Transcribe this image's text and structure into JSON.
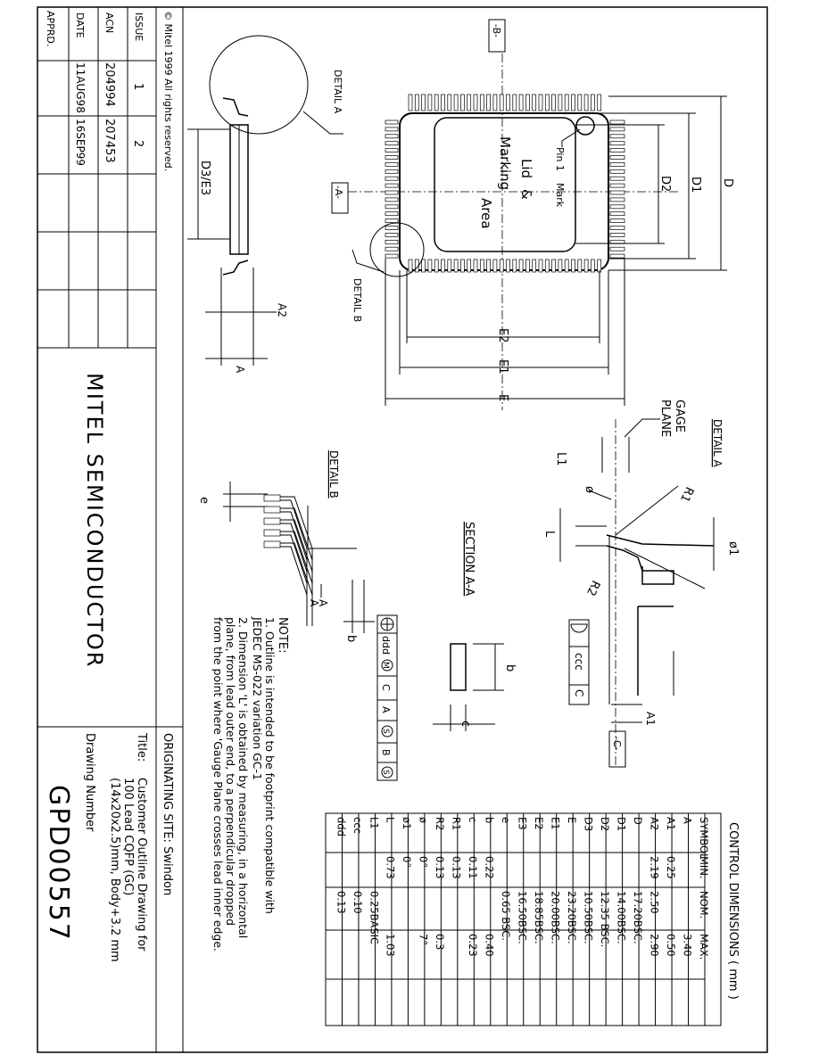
{
  "copyright": "© Mitel 1999  All rights reserved.",
  "revision_block": {
    "rows": [
      {
        "label": "ISSUE",
        "values": [
          "1",
          "2"
        ]
      },
      {
        "label": "ACN",
        "values": [
          "204994",
          "207453"
        ]
      },
      {
        "label": "DATE",
        "values": [
          "11AUG98",
          "16SEP99"
        ]
      },
      {
        "label": "APPRD.",
        "values": [
          "",
          ""
        ]
      }
    ]
  },
  "company": "MITEL SEMICONDUCTOR",
  "originating_site": "ORIGINATING SITE: Swindon",
  "title_label": "Title:",
  "title_lines": [
    "Customer Outline Drawing for",
    "100 Lead CQFP (GC)",
    "(14x20x2.5)mm, Body+3.2 mm"
  ],
  "drawing_number_label": "Drawing Number",
  "drawing_number": "GPD00557",
  "notes": {
    "heading": "NOTE:",
    "lines": [
      "1. Outline is intended to be footprint compatible with",
      "    JEDEC MS-022 variation GC-1",
      "2. Dimension 'L' is obtained by measuring, in a horizontal",
      "    plane, from lead outer end, to a perpendicular dropped",
      "    from the point where 'Gauge Plane crosses lead inner edge."
    ]
  },
  "dimension_table": {
    "title": "CONTROL DIMENSIONS ( mm )",
    "headers": [
      "SYMBOL",
      "MIN.",
      "NOM.",
      "MAX."
    ],
    "rows": [
      [
        "A",
        "",
        "",
        "3.40"
      ],
      [
        "A1",
        "0.25",
        "",
        "0.50"
      ],
      [
        "A2",
        "2.19",
        "2.50",
        "2.90"
      ],
      [
        "D",
        "",
        "17.20BSC.",
        ""
      ],
      [
        "D1",
        "",
        "14.00BSC.",
        ""
      ],
      [
        "D2",
        "",
        "12.35 BSC.",
        ""
      ],
      [
        "D3",
        "",
        "10.50BSC.",
        ""
      ],
      [
        "E",
        "",
        "23.20BSC.",
        ""
      ],
      [
        "E1",
        "",
        "20.00BSC.",
        ""
      ],
      [
        "E2",
        "",
        "18.85BSC.",
        ""
      ],
      [
        "E3",
        "",
        "16.50BSC.",
        ""
      ],
      [
        "e",
        "",
        "0.65 BSC.",
        ""
      ],
      [
        "b",
        "0.22",
        "",
        "0.40"
      ],
      [
        "c",
        "0.11",
        "",
        "0.23"
      ],
      [
        "R1",
        "0.13",
        "",
        ""
      ],
      [
        "R2",
        "0.13",
        "",
        "0.3"
      ],
      [
        "ø",
        "0°",
        "",
        "7°"
      ],
      [
        "ø1",
        "0°",
        "",
        ""
      ],
      [
        "L",
        "0.73",
        "",
        "1.03"
      ],
      [
        "L1",
        "",
        "0.25BASIC",
        ""
      ],
      [
        "ccc",
        "",
        "0.10",
        ""
      ],
      [
        "ddd",
        "",
        "0.13",
        ""
      ]
    ]
  },
  "package_view": {
    "lid_text": [
      "Lid",
      "&",
      "Marking",
      "Area"
    ],
    "pin1_text": [
      "Pin 1",
      "Mark"
    ],
    "datum_b": "-B-",
    "datum_a": "-A-",
    "detail_a": "DETAIL A",
    "detail_b": "DETAIL B",
    "dims": {
      "D": "D",
      "D1": "D1",
      "D2": "D2",
      "E": "E",
      "E1": "E1",
      "E2": "E2",
      "D3E3": "D3/E3",
      "A2": "A2",
      "A": "A"
    }
  },
  "detail_a_view": {
    "title": "DETAIL A",
    "gage_plane": [
      "GAGE",
      "PLANE"
    ],
    "labels": {
      "L1": "L1",
      "L": "L",
      "phi": "ø",
      "phi1": "ø1",
      "R1": "R1",
      "R2": "R2",
      "A1": "A1",
      "datum_c": "-C-"
    },
    "ccc_frame": [
      "ccc",
      "C"
    ]
  },
  "section_aa": {
    "title": "SECTION  A-A",
    "b": "b",
    "c": "c"
  },
  "detail_b_view": {
    "title": "DETAIL B",
    "e": "e",
    "b": "b",
    "A1": "A",
    "A2": "A"
  },
  "ddd_frame": [
    "ddd",
    "M",
    "C",
    "A",
    "S",
    "B",
    "S"
  ]
}
